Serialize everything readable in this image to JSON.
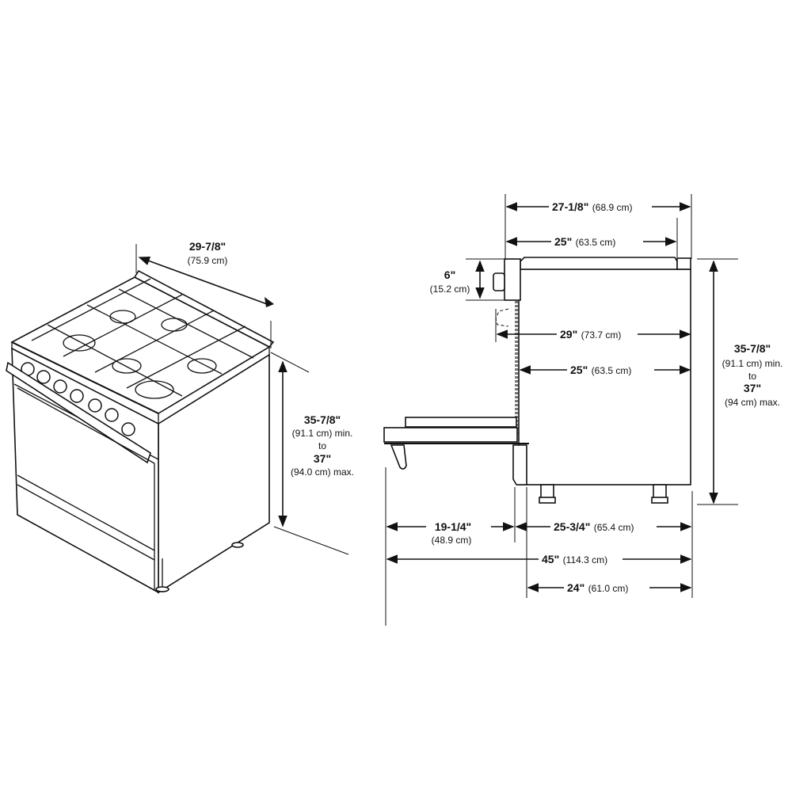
{
  "isometric_view": {
    "width": {
      "imperial": "29-7/8\"",
      "metric": "(75.9 cm)"
    },
    "height": {
      "min_imperial": "35-7/8\"",
      "min_metric": "(91.1 cm) min.",
      "to": "to",
      "max_imperial": "37\"",
      "max_metric": "(94.0 cm) max."
    }
  },
  "side_view": {
    "overall_depth_top": {
      "imperial": "27-1/8\"",
      "metric": "(68.9 cm)"
    },
    "cooktop_depth": {
      "imperial": "25\"",
      "metric": "(63.5 cm)"
    },
    "control_panel_height": {
      "imperial": "6\"",
      "metric": "(15.2 cm)"
    },
    "depth_with_handle": {
      "imperial": "29\"",
      "metric": "(73.7 cm)"
    },
    "body_depth": {
      "imperial": "25\"",
      "metric": "(63.5 cm)"
    },
    "height": {
      "min_imperial": "35-7/8\"",
      "min_metric": "(91.1 cm) min.",
      "to": "to",
      "max_imperial": "37\"",
      "max_metric": "(94 cm) max."
    },
    "door_open_clearance": {
      "imperial": "19-1/4\"",
      "metric": "(48.9 cm)"
    },
    "depth_incl_door": {
      "imperial": "25-3/4\"",
      "metric": "(65.4 cm)"
    },
    "total_depth_door_open": {
      "imperial": "45\"",
      "metric": "(114.3 cm)"
    },
    "cabinet_depth": {
      "imperial": "24\"",
      "metric": "(61.0 cm)"
    }
  }
}
